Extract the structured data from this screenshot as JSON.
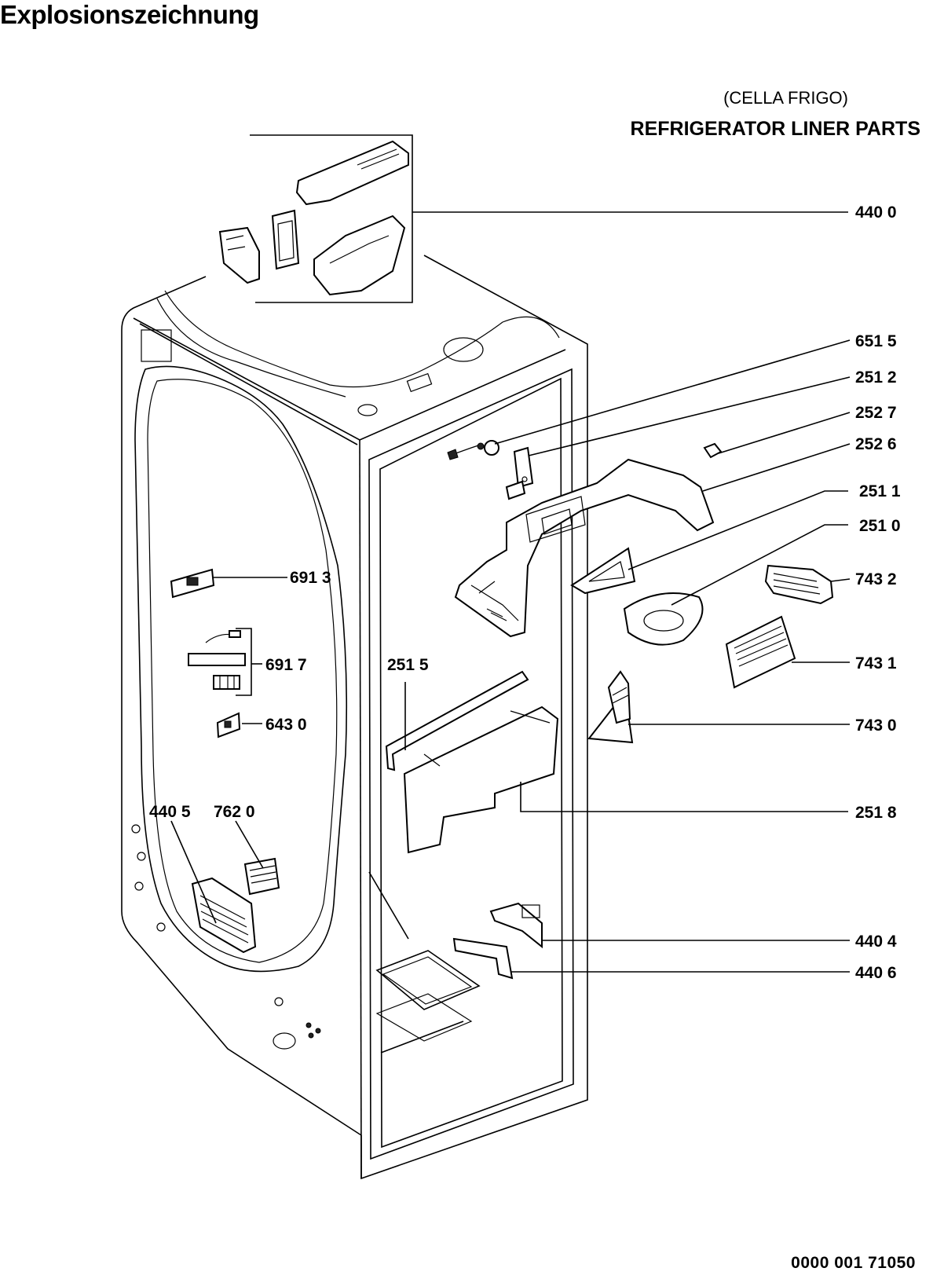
{
  "title": "Explosionszeichnung",
  "subtitle": "(CELLA FRIGO)",
  "heading": "REFRIGERATOR LINER PARTS",
  "document_number": "0000 001 71050",
  "labels": [
    {
      "id": "p4400",
      "text": "440 0"
    },
    {
      "id": "p6515",
      "text": "651 5"
    },
    {
      "id": "p2512",
      "text": "251 2"
    },
    {
      "id": "p2527",
      "text": "252 7"
    },
    {
      "id": "p2526",
      "text": "252 6"
    },
    {
      "id": "p2511",
      "text": "251 1"
    },
    {
      "id": "p2510",
      "text": "251 0"
    },
    {
      "id": "p7432",
      "text": "743 2"
    },
    {
      "id": "p6913",
      "text": "691 3"
    },
    {
      "id": "p6917",
      "text": "691 7"
    },
    {
      "id": "p2515",
      "text": "251 5"
    },
    {
      "id": "p7431",
      "text": "743 1"
    },
    {
      "id": "p6430",
      "text": "643 0"
    },
    {
      "id": "p7430",
      "text": "743 0"
    },
    {
      "id": "p4405",
      "text": "440 5"
    },
    {
      "id": "p7620",
      "text": "762 0"
    },
    {
      "id": "p2518",
      "text": "251 8"
    },
    {
      "id": "p4404",
      "text": "440 4"
    },
    {
      "id": "p4406",
      "text": "440 6"
    }
  ]
}
